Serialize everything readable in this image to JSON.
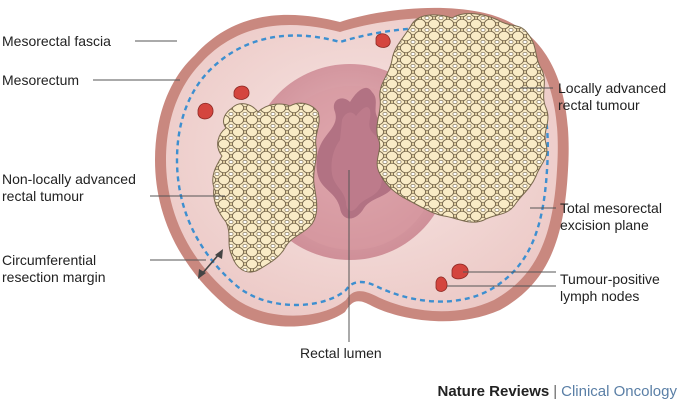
{
  "labels": {
    "mesorectal_fascia": "Mesorectal fascia",
    "mesorectum": "Mesorectum",
    "non_locally_advanced": "Non-locally advanced rectal tumour",
    "crm": "Circumferential resection margin",
    "rectal_lumen": "Rectal lumen",
    "locally_advanced": "Locally advanced rectal tumour",
    "tme_plane": "Total mesorectal excision plane",
    "lymph_nodes": "Tumour-positive lymph nodes"
  },
  "credit": {
    "publisher": "Nature Reviews",
    "separator": "|",
    "journal": "Clinical Oncology"
  },
  "colors": {
    "outer_wall": "#c9887f",
    "mesorectum_fill": "#f3dedc",
    "rectal_wall": "#d9a0a6",
    "lumen": "#b27283",
    "tumour_fill": "#f5e3b1",
    "tumour_cell": "#7a6a4e",
    "plane_dash": "#3d8fd0",
    "node": "#d4453e"
  }
}
